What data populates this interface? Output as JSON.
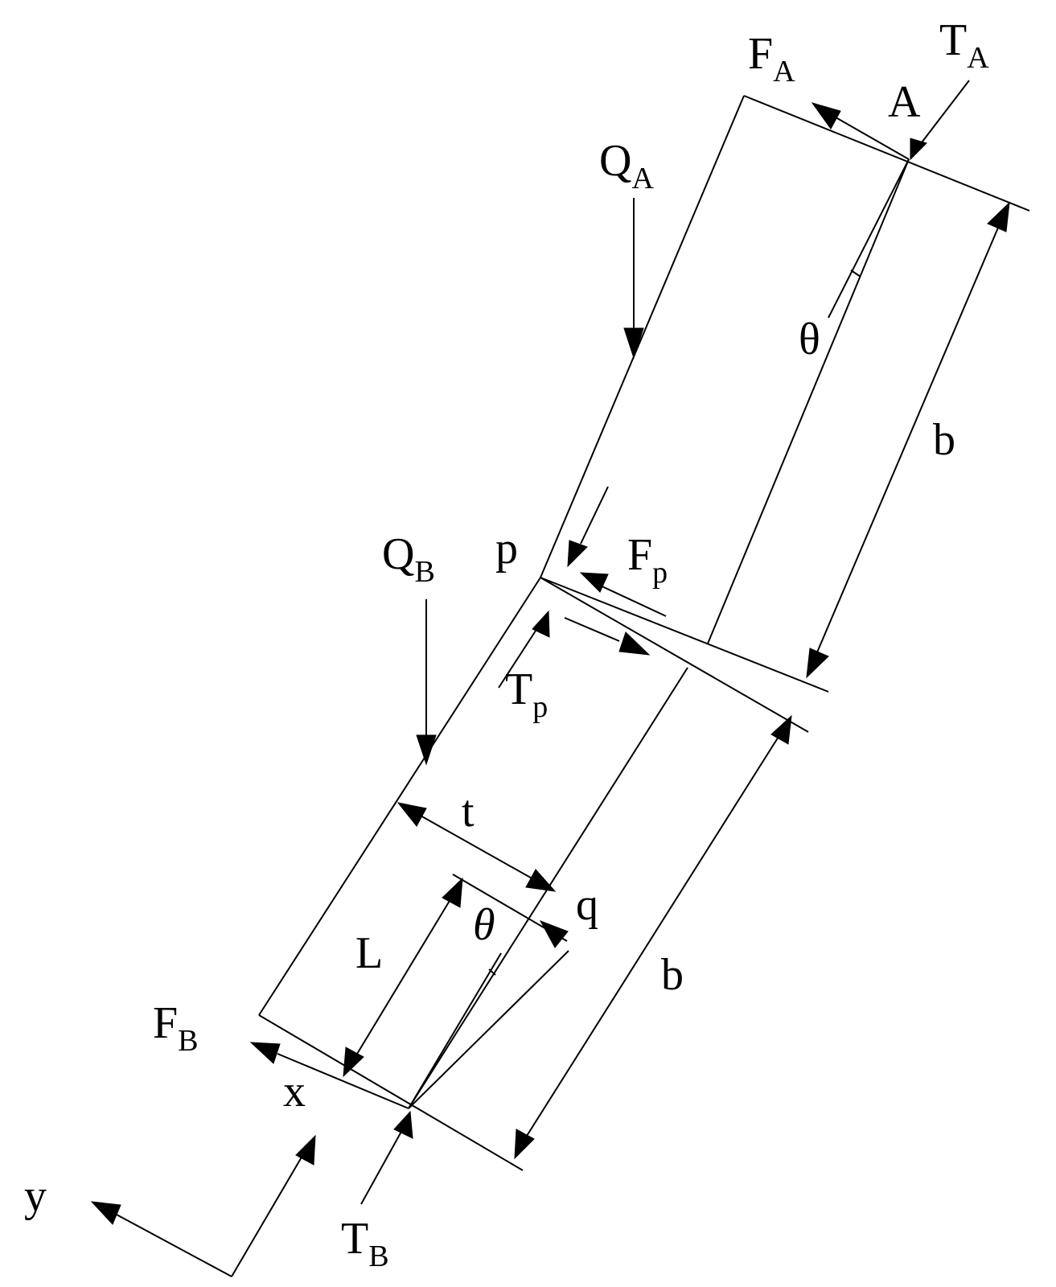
{
  "labels": {
    "F_A": {
      "main": "F",
      "sub": "A"
    },
    "T_A": {
      "main": "T",
      "sub": "A"
    },
    "A": "A",
    "Q_A": {
      "main": "Q",
      "sub": "A"
    },
    "theta_top": "θ",
    "b_top": "b",
    "Q_B": {
      "main": "Q",
      "sub": "B"
    },
    "p": "p",
    "F_p": {
      "main": "F",
      "sub": "p"
    },
    "T_p": {
      "main": "T",
      "sub": "p"
    },
    "t": "t",
    "q": "q",
    "theta_bottom": "θ",
    "L": "L",
    "b_bottom": "b",
    "F_B": {
      "main": "F",
      "sub": "B"
    },
    "x": "x",
    "y": "y",
    "T_B": {
      "main": "T",
      "sub": "B"
    }
  }
}
